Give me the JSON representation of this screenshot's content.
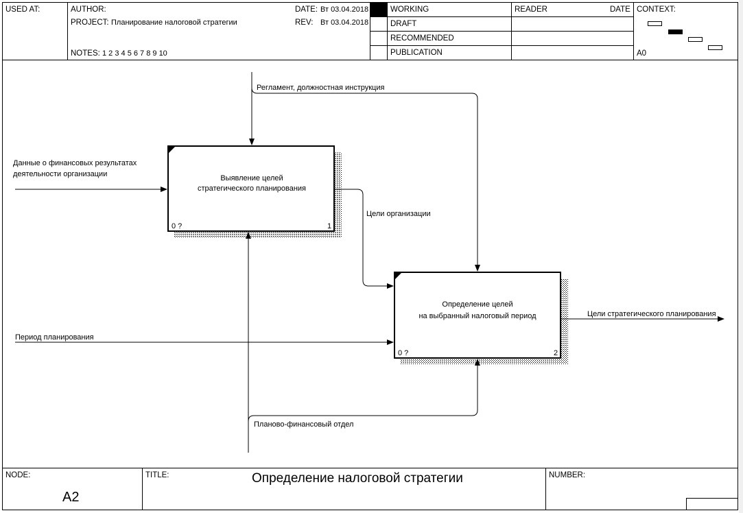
{
  "header": {
    "used_at_label": "USED AT:",
    "author_label": "AUTHOR:",
    "project_label": "PROJECT:",
    "project_value": "Планирование налоговой стратегии",
    "date_label": "DATE:",
    "date_value": "Вт 03.04.2018",
    "rev_label": "REV:",
    "rev_value": "Вт 03.04.2018",
    "notes_label": "NOTES:",
    "notes_value": "1  2  3  4  5  6  7  8  9  10",
    "status": [
      "WORKING",
      "DRAFT",
      "RECOMMENDED",
      "PUBLICATION"
    ],
    "reader_label": "READER",
    "reader_date_label": "DATE",
    "context_label": "CONTEXT:",
    "context_node": "A0"
  },
  "diagram": {
    "boxes": [
      {
        "title_line1": "Выявление целей",
        "title_line2": "стратегического планирования",
        "cost": "0 ?",
        "number": "1"
      },
      {
        "title_line1": "Определение целей",
        "title_line2": "на выбранный налоговый период",
        "cost": "0 ?",
        "number": "2"
      }
    ],
    "arrows": {
      "control": "Регламент, должностная инструкция",
      "input_line1": "Данные о финансовых результатах",
      "input_line2": "деятельности организации",
      "goals": "Цели организации",
      "period": "Период планирования",
      "output": "Цели стратегического планирования",
      "mechanism": "Планово-финансовый отдел"
    }
  },
  "footer": {
    "node_label": "NODE:",
    "node_value": "A2",
    "title_label": "TITLE:",
    "title_value": "Определение  налоговой стратегии",
    "number_label": "NUMBER:"
  }
}
